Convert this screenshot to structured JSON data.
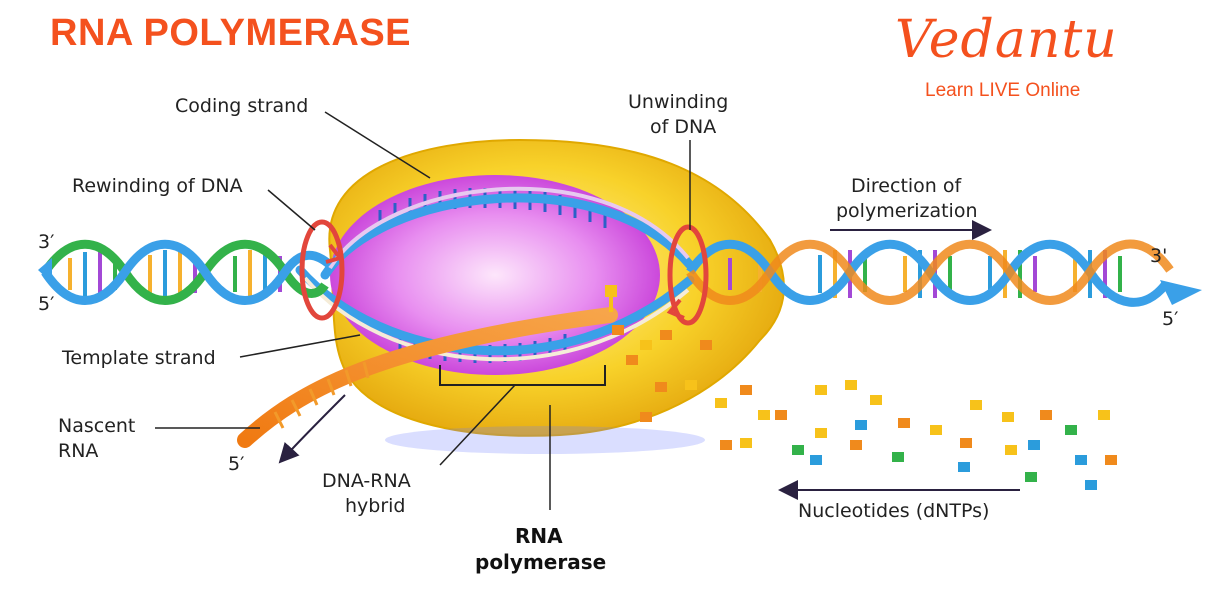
{
  "title": "RNA POLYMERASE",
  "logo": {
    "brand": "Vedantu",
    "tagline": "Learn LIVE Online"
  },
  "labels": {
    "coding_strand": "Coding strand",
    "unwinding_line1": "Unwinding",
    "unwinding_line2": "of DNA",
    "rewinding": "Rewinding of DNA",
    "direction_line1": "Direction of",
    "direction_line2": "polymerization",
    "template_strand": "Template strand",
    "nascent_line1": "Nascent",
    "nascent_line2": "RNA",
    "hybrid_line1": "DNA-RNA",
    "hybrid_line2": "hybrid",
    "polymerase_line1": "RNA",
    "polymerase_line2": "polymerase",
    "nucleotides": "Nucleotides (dNTPs)"
  },
  "ends": {
    "left_top": "3′",
    "left_bottom": "5′",
    "right_top": "3'",
    "right_bottom": "5′",
    "rna_end": "5′"
  },
  "colors": {
    "title": "#f4511e",
    "enzyme": "#f6c81d",
    "enzyme_edge": "#e0a800",
    "bubble": "#e066e8",
    "strand_blue": "#3aa0e8",
    "strand_green": "#33b24a",
    "rna_orange": "#f08a1c",
    "arrow_red": "#e2463c"
  }
}
